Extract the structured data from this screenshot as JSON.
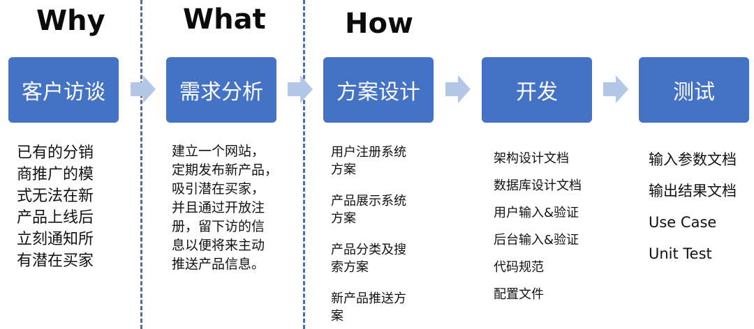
{
  "headings": {
    "why": "Why",
    "what": "What",
    "how": "How"
  },
  "stages": [
    {
      "label": "客户访谈"
    },
    {
      "label": "需求分析"
    },
    {
      "label": "方案设计"
    },
    {
      "label": "开发"
    },
    {
      "label": "测试"
    }
  ],
  "why_text": [
    "已有的分销",
    "商推广的模",
    "式无法在新",
    "产品上线后",
    "立刻通知所",
    "有潜在买家"
  ],
  "what_text": [
    "建立一个网站，",
    "定期发布新产品，",
    "吸引潜在买家，",
    "并且通过开放注",
    "册，留下访的信",
    "息以便将来主动",
    "推送产品信息。"
  ],
  "how_items": [
    [
      "用户注册系统",
      "方案"
    ],
    [
      "产品展示系统",
      "方案"
    ],
    [
      "产品分类及搜",
      "索方案"
    ],
    [
      "新产品推送方",
      "案"
    ]
  ],
  "dev_items": [
    "架构设计文档",
    "数据库设计文档",
    "用户输入&验证",
    "后台输入&验证",
    "代码规范",
    "配置文件"
  ],
  "test_items": [
    "输入参数文档",
    "输出结果文档",
    "Use Case",
    "Unit Test"
  ],
  "colors": {
    "box": "#4472c4",
    "box_text": "#ffffff",
    "arrow": "#b4c7e7",
    "divider": "#4a6fa5"
  }
}
